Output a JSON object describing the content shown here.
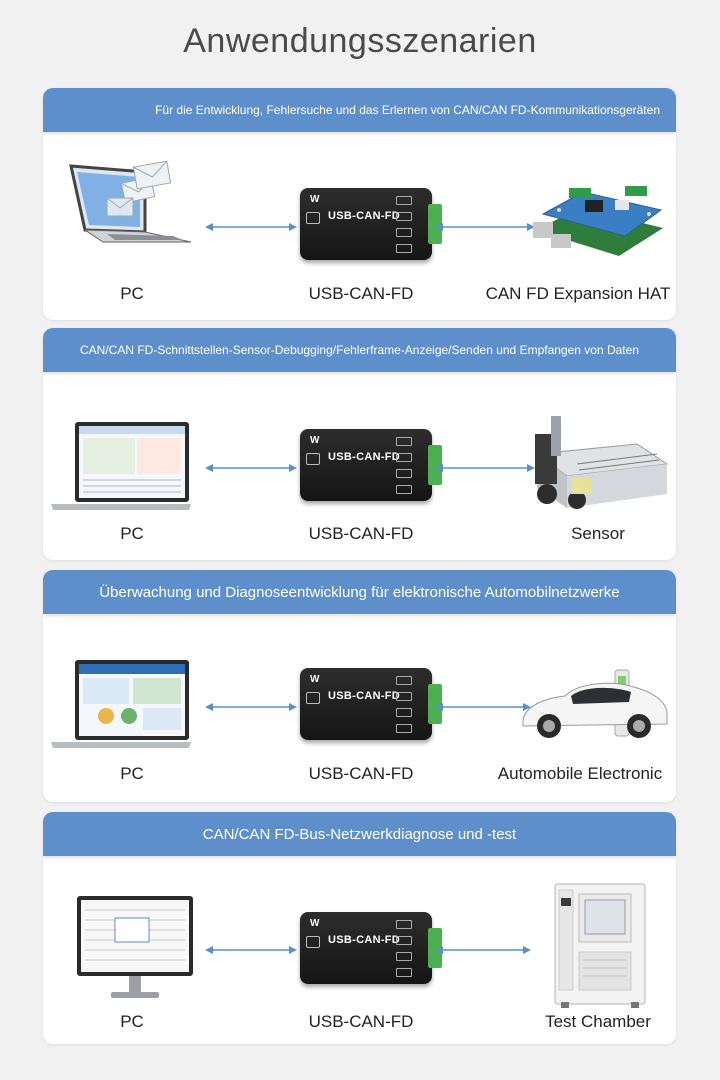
{
  "page_title": "Anwendungsszenarien",
  "colors": {
    "header_blue": "#5f8fcb",
    "arrow_blue": "#5b8fc8",
    "terminal_green": "#4caf50"
  },
  "device": {
    "label": "USB-CAN-FD"
  },
  "scenarios": [
    {
      "header": "Für die Entwicklung, Fehlersuche und das Erlernen von CAN/CAN FD-Kommunikationsgeräten",
      "left_label": "PC",
      "middle_label": "USB-CAN-FD",
      "right_label": "CAN FD Expansion HAT",
      "left_icon": "laptop-email-icon",
      "right_icon": "raspberry-pi-hat-icon"
    },
    {
      "header": "CAN/CAN FD-Schnittstellen-Sensor-Debugging/Fehlerframe-Anzeige/Senden und Empfangen von Daten",
      "left_label": "PC",
      "middle_label": "USB-CAN-FD",
      "right_label": "Sensor",
      "left_icon": "laptop-software-icon",
      "right_icon": "industrial-machine-icon"
    },
    {
      "header": "Überwachung und Diagnoseentwicklung für elektronische Automobilnetzwerke",
      "left_label": "PC",
      "middle_label": "USB-CAN-FD",
      "right_label": "Automobile Electronic",
      "left_icon": "laptop-dashboard-icon",
      "right_icon": "electric-car-icon"
    },
    {
      "header": "CAN/CAN FD-Bus-Netzwerkdiagnose und -test",
      "left_label": "PC",
      "middle_label": "USB-CAN-FD",
      "right_label": "Test Chamber",
      "left_icon": "monitor-icon",
      "right_icon": "test-chamber-icon"
    }
  ]
}
